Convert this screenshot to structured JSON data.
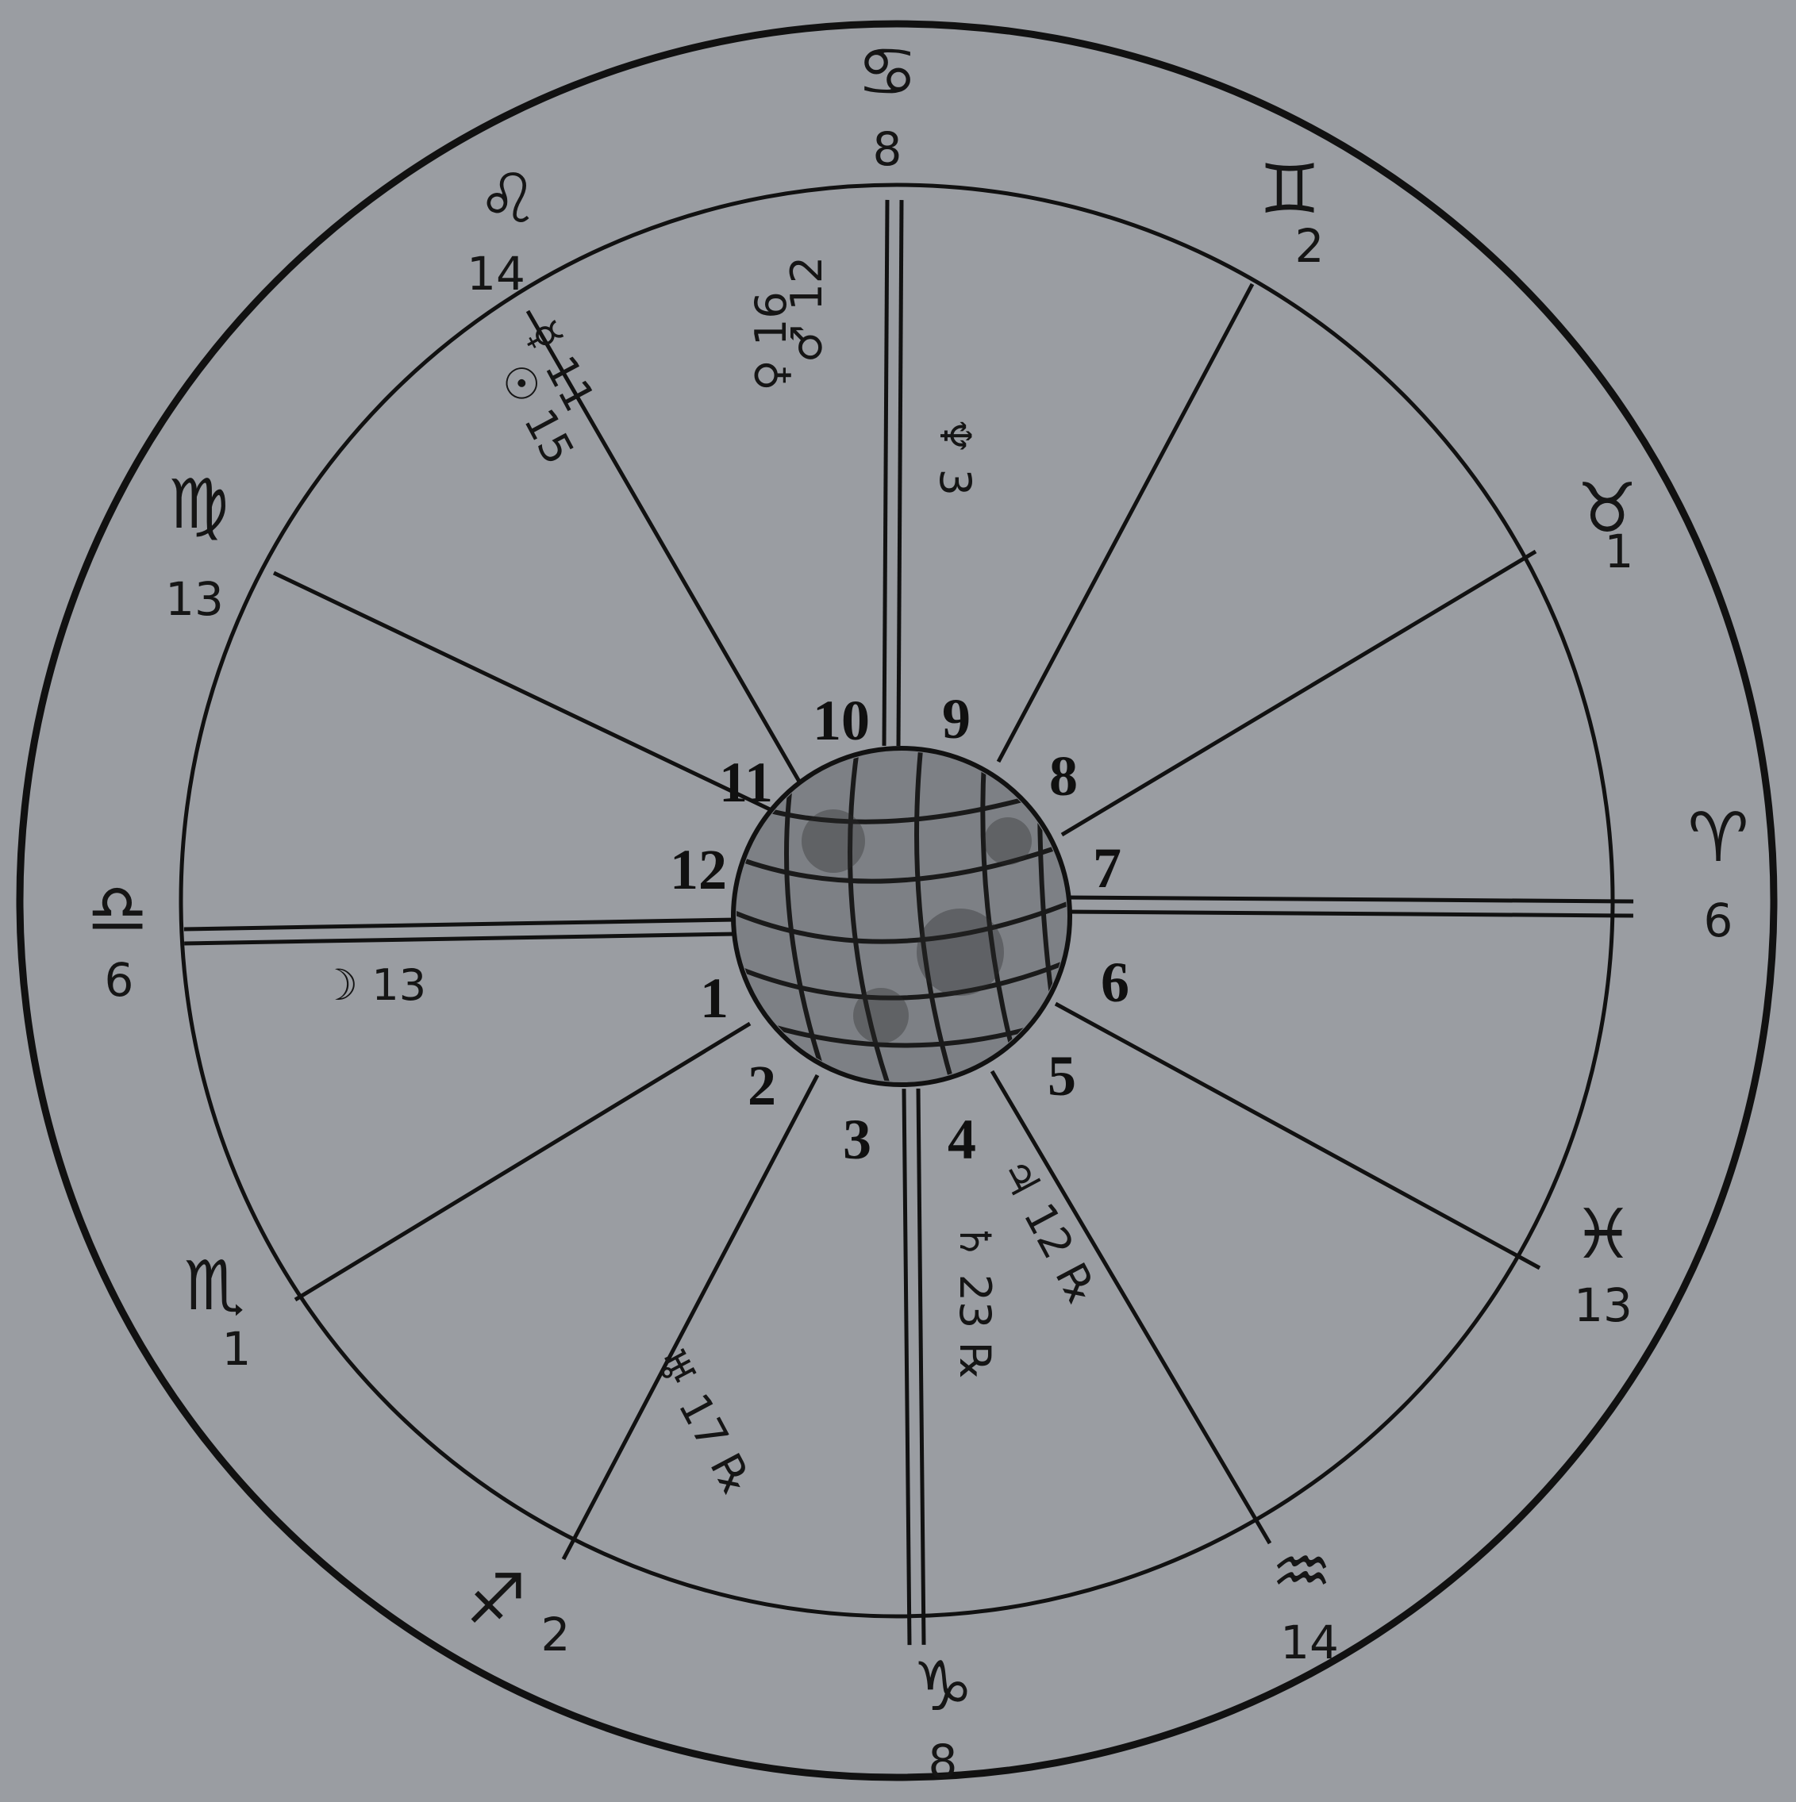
{
  "chart": {
    "background_color": "#9a9da2",
    "ink_color": "#111111",
    "house_numbers": [
      "1",
      "2",
      "3",
      "4",
      "5",
      "6",
      "7",
      "8",
      "9",
      "10",
      "11",
      "12"
    ],
    "cusps": [
      {
        "sign_icon": "libra-icon",
        "glyph": "♎",
        "degree": "6"
      },
      {
        "sign_icon": "scorpio-icon",
        "glyph": "♏",
        "degree": "1"
      },
      {
        "sign_icon": "sagittarius-icon",
        "glyph": "♐",
        "degree": "2"
      },
      {
        "sign_icon": "capricorn-icon",
        "glyph": "♑",
        "degree": "8"
      },
      {
        "sign_icon": "aquarius-icon",
        "glyph": "♒",
        "degree": "14"
      },
      {
        "sign_icon": "pisces-icon",
        "glyph": "♓",
        "degree": "13"
      },
      {
        "sign_icon": "aries-icon",
        "glyph": "♈",
        "degree": "6"
      },
      {
        "sign_icon": "taurus-icon",
        "glyph": "♉",
        "degree": "1"
      },
      {
        "sign_icon": "gemini-icon",
        "glyph": "♊",
        "degree": "2"
      },
      {
        "sign_icon": "cancer-icon",
        "glyph": "♋",
        "degree": "8"
      },
      {
        "sign_icon": "leo-icon",
        "glyph": "♌",
        "degree": "14"
      },
      {
        "sign_icon": "virgo-icon",
        "glyph": "♍",
        "degree": "13"
      }
    ],
    "planets": [
      {
        "name_icon": "moon-icon",
        "glyph": "☽",
        "degree": "13",
        "retro": ""
      },
      {
        "name_icon": "uranus-icon",
        "glyph": "♅",
        "degree": "17",
        "retro": "℞"
      },
      {
        "name_icon": "saturn-icon",
        "glyph": "♄",
        "degree": "23",
        "retro": "℞"
      },
      {
        "name_icon": "jupiter-icon",
        "glyph": "♃",
        "degree": "12",
        "retro": "℞"
      },
      {
        "name_icon": "neptune-icon",
        "glyph": "♆",
        "degree": "3",
        "retro": ""
      },
      {
        "name_icon": "mars-icon",
        "glyph": "♂",
        "degree": "12",
        "retro": ""
      },
      {
        "name_icon": "venus-icon",
        "glyph": "♀",
        "degree": "16",
        "retro": ""
      },
      {
        "name_icon": "mercury-icon",
        "glyph": "☿",
        "degree": "11",
        "retro": ""
      },
      {
        "name_icon": "sun-icon",
        "glyph": "☉",
        "degree": "15",
        "retro": ""
      }
    ]
  }
}
